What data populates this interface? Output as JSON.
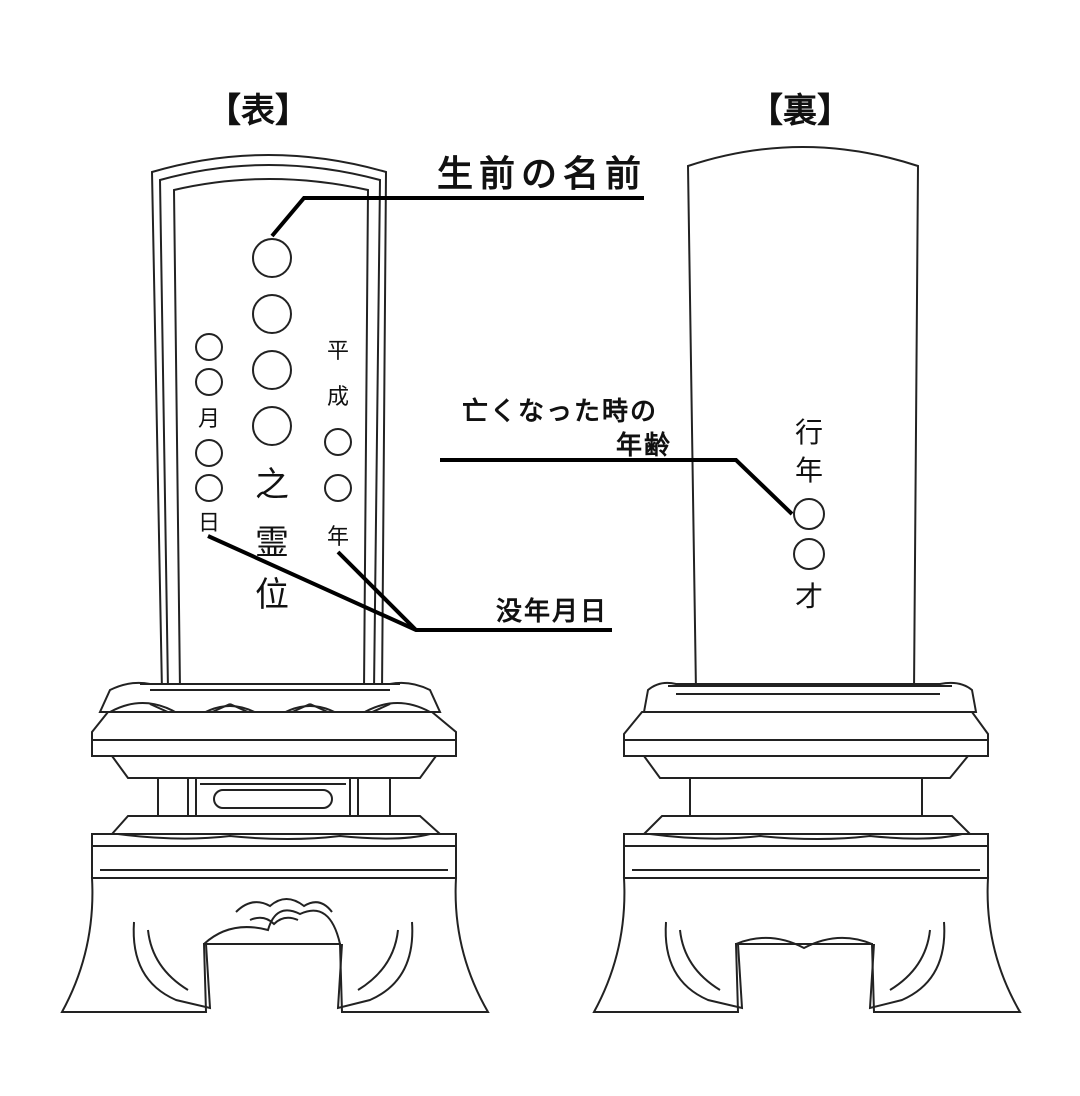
{
  "front": {
    "header": "【表】",
    "name_marks": [
      "○",
      "○",
      "○",
      "○"
    ],
    "honorific": [
      "之",
      "霊",
      "位"
    ],
    "era_column": [
      "平",
      "成",
      "○",
      "○",
      "年"
    ],
    "date_column": [
      "○",
      "○",
      "月",
      "○",
      "○",
      "日"
    ]
  },
  "back": {
    "header": "【裏】",
    "age_column": [
      "行",
      "年",
      "○",
      "○",
      "才"
    ]
  },
  "callouts": {
    "name": "生前の名前",
    "age_line1": "亡くなった時の",
    "age_line2": "年齢",
    "death_date": "没年月日"
  }
}
